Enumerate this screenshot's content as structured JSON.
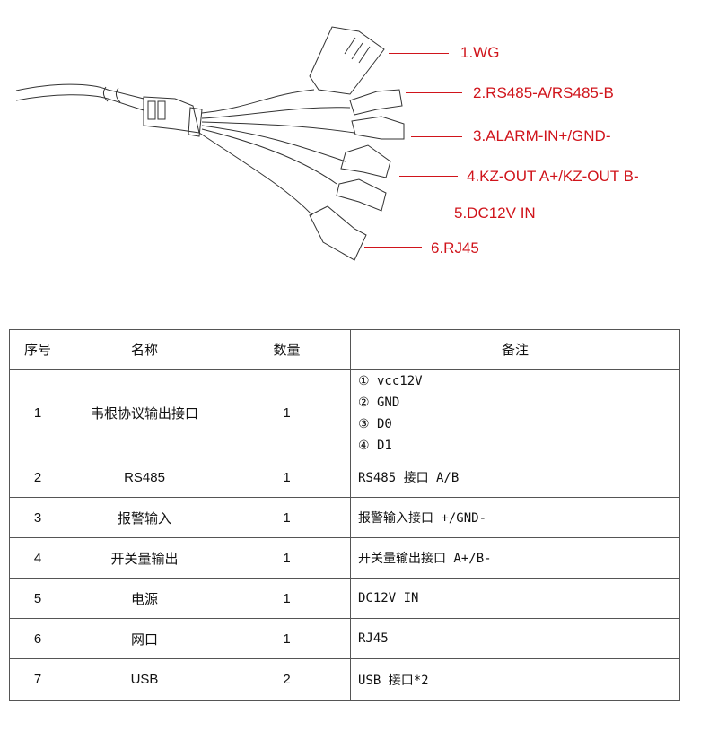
{
  "diagram": {
    "labels": [
      "1.WG",
      "2.RS485-A/RS485-B",
      "3.ALARM-IN+/GND-",
      "4.KZ-OUT A+/KZ-OUT B-",
      "5.DC12V IN",
      "6.RJ45"
    ],
    "label_color": "#d0141b"
  },
  "table": {
    "headers": [
      "序号",
      "名称",
      "数量",
      "备注"
    ],
    "rows": [
      {
        "no": "1",
        "name": "韦根协议输出接口",
        "qty": "1",
        "notes": [
          "① vcc12V",
          "② GND",
          "③ D0",
          "④ D1"
        ]
      },
      {
        "no": "2",
        "name": "RS485",
        "qty": "1",
        "notes": [
          "RS485 接口 A/B"
        ]
      },
      {
        "no": "3",
        "name": "报警输入",
        "qty": "1",
        "notes": [
          "报警输入接口 +/GND-"
        ]
      },
      {
        "no": "4",
        "name": "开关量输出",
        "qty": "1",
        "notes": [
          "开关量输出接口 A+/B-"
        ]
      },
      {
        "no": "5",
        "name": "电源",
        "qty": "1",
        "notes": [
          "DC12V IN"
        ]
      },
      {
        "no": "6",
        "name": "网口",
        "qty": "1",
        "notes": [
          "RJ45"
        ]
      },
      {
        "no": "7",
        "name": "USB",
        "qty": "2",
        "notes": [
          "USB 接口*2"
        ]
      }
    ]
  }
}
